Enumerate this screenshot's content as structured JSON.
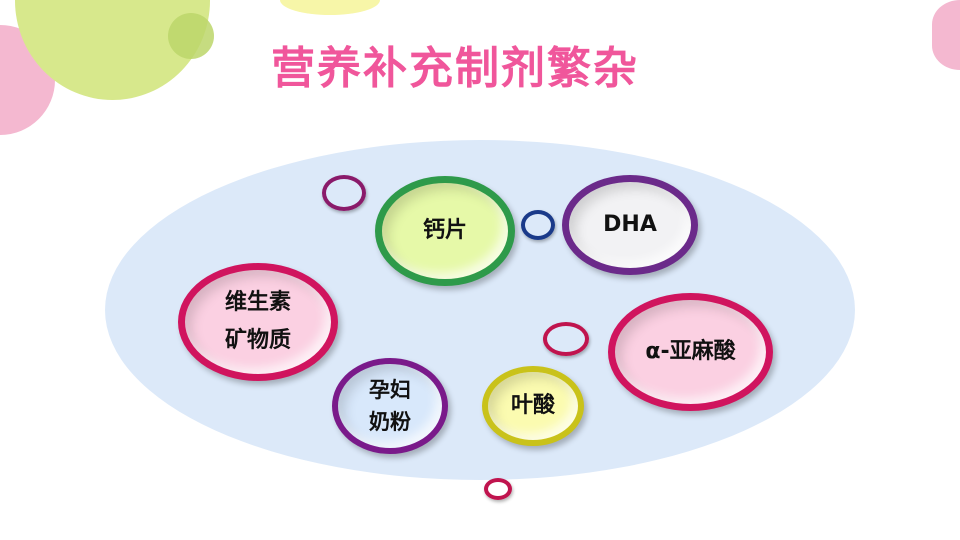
{
  "title": "营养补充制剂繁杂",
  "bubbles": {
    "calcium": "钙片",
    "dha": "DHA",
    "vitamin_line1": "维生素",
    "vitamin_line2": "矿物质",
    "alpha": "α-亚麻酸",
    "milk_line1": "孕妇",
    "milk_line2": "奶粉",
    "folic": "叶酸"
  },
  "colors": {
    "title": "#f0569b",
    "ellipse": "#dce9f9"
  }
}
